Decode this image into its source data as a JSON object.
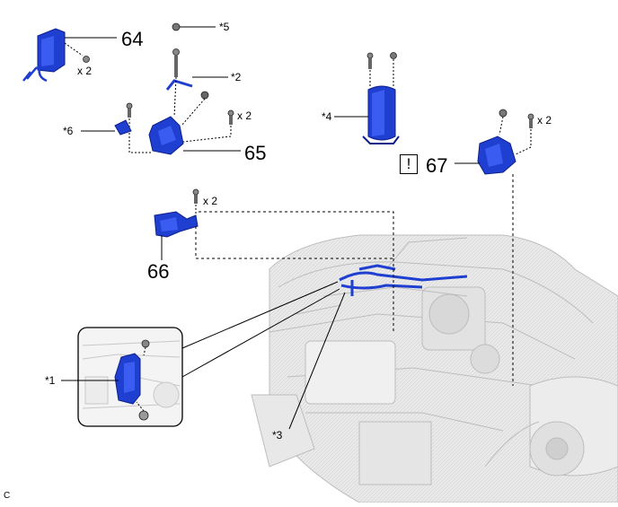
{
  "labels": {
    "n64": "64",
    "n65": "65",
    "n66": "66",
    "n67": "67",
    "x2_a": "x 2",
    "x2_b": "x 2",
    "x2_c": "x 2",
    "x2_d": "x 2",
    "s1": "*1",
    "s2": "*2",
    "s3": "*3",
    "s4": "*4",
    "s5": "*5",
    "s6": "*6",
    "caution": "!",
    "corner": "C"
  },
  "colors": {
    "part_blue": "#1f3fd0",
    "part_blue_dark": "#0d1f8a",
    "line": "#000000",
    "ghost": "#cfcfcf"
  }
}
